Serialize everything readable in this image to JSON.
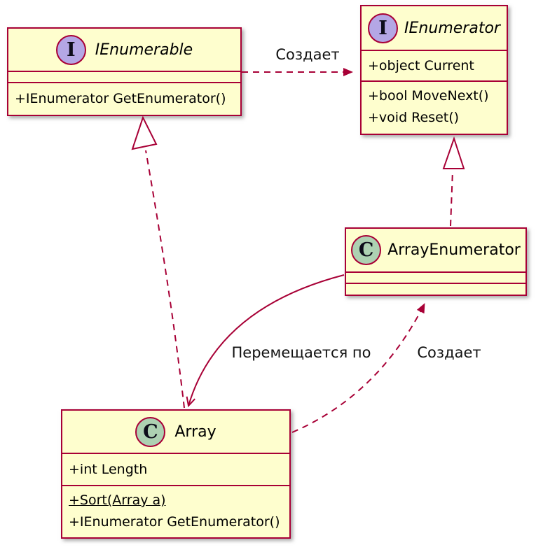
{
  "diagram": {
    "colors": {
      "line": "#A80036",
      "box_fill": "#FEFECE",
      "interface_badge_fill": "#B4A7E5",
      "class_badge_fill": "#ADD1B2",
      "text": "#000000"
    },
    "classes": [
      {
        "badge": "I",
        "name": "IEnumerable",
        "methods": [
          "+IEnumerator GetEnumerator()"
        ]
      },
      {
        "badge": "I",
        "name": "IEnumerator",
        "fields": [
          "+object Current"
        ],
        "methods": [
          "+bool MoveNext()",
          "+void Reset()"
        ]
      },
      {
        "badge": "C",
        "name": "ArrayEnumerator"
      },
      {
        "badge": "C",
        "name": "Array",
        "fields": [
          "+int Length"
        ],
        "methods": [
          "+Sort(Array a)",
          "+IEnumerator GetEnumerator()"
        ]
      }
    ],
    "edges": {
      "creates_top": {
        "label": "Создает"
      },
      "traverses": {
        "label": "Перемещается по"
      },
      "creates_mid": {
        "label": "Создает"
      }
    }
  }
}
